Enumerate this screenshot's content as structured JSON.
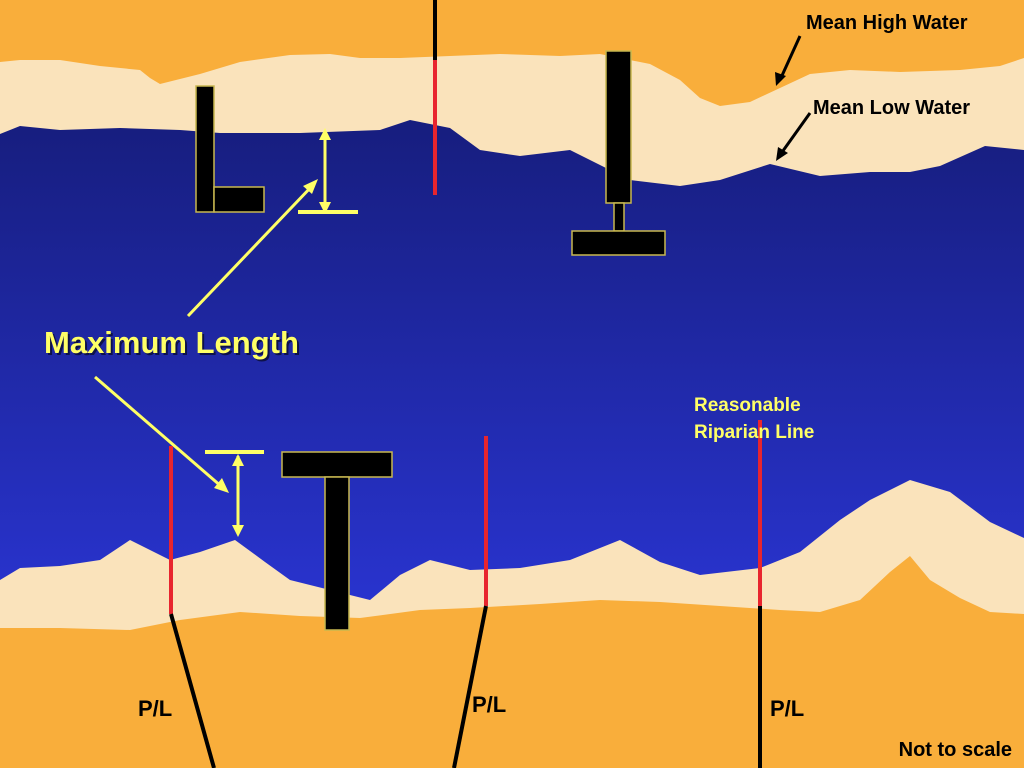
{
  "labels": {
    "mean_high_water": "Mean High Water",
    "mean_low_water": "Mean Low Water",
    "maximum_length": "Maximum Length",
    "reasonable_riparian_line_1": "Reasonable",
    "reasonable_riparian_line_2": "Riparian Line",
    "property_line": "P/L",
    "not_to_scale": "Not to scale"
  },
  "colors": {
    "upland": "#f9ae3b",
    "shore_band": "#fae3bb",
    "water_top": "#12186a",
    "water_bottom": "#2f3bea",
    "dock": "#000000",
    "dock_outline": "#c8b850",
    "riparian_line": "#e8252e",
    "property_line": "#000000",
    "annotation": "#ffff66"
  }
}
